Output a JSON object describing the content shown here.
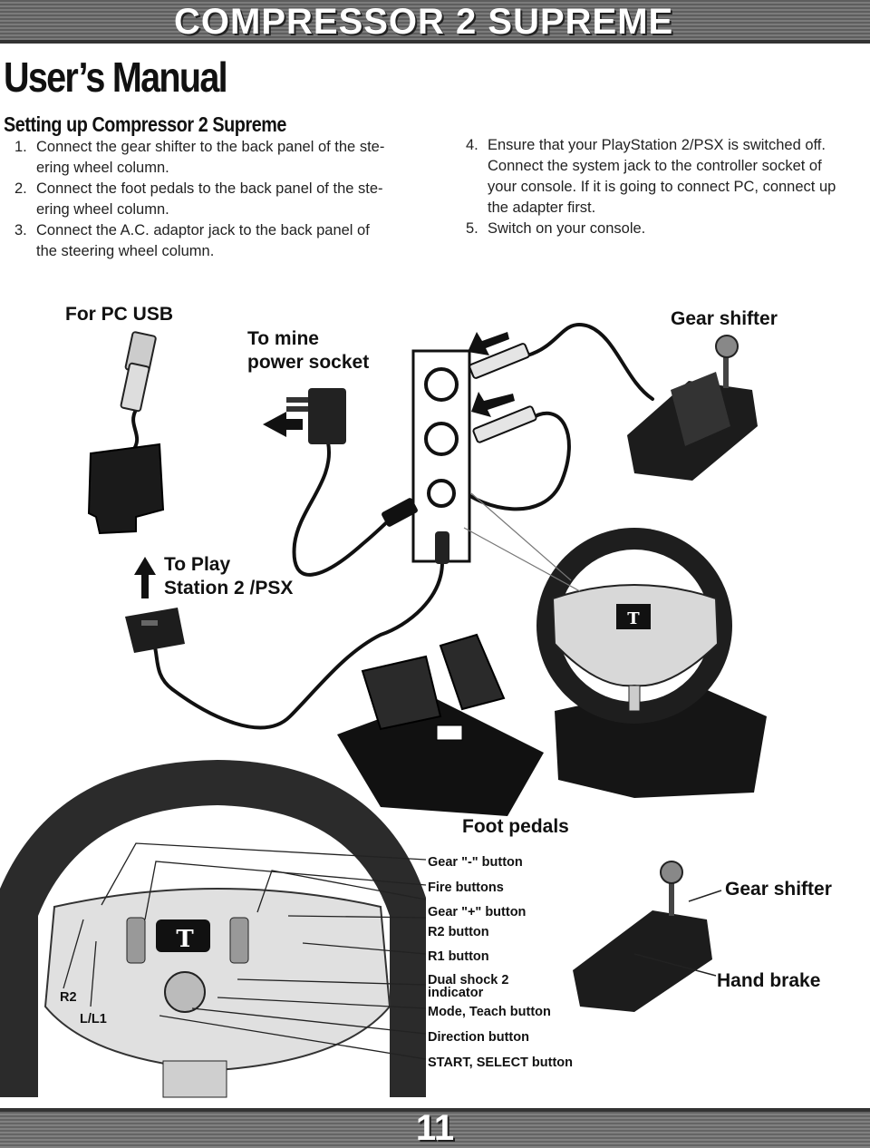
{
  "header": {
    "product_title": "COMPRESSOR 2 SUPREME"
  },
  "manual_title": "User’s Manual",
  "section_title": "Setting up Compressor 2 Supreme",
  "steps_left": [
    {
      "num": "1.",
      "lines": [
        "Connect the gear shifter to the back panel of the ste-",
        "ering wheel column."
      ]
    },
    {
      "num": "2.",
      "lines": [
        "Connect the foot pedals to the back panel of the ste-",
        "ering wheel column."
      ]
    },
    {
      "num": "3.",
      "lines": [
        "Connect the A.C. adaptor jack to the back panel of",
        "the steering wheel column."
      ]
    }
  ],
  "steps_right": [
    {
      "num": "4.",
      "lines": [
        "Ensure that your PlayStation 2/PSX is switched off.",
        "Connect the system jack to the controller socket of",
        "your console. If it is going to connect PC, connect up",
        "the adapter first."
      ]
    },
    {
      "num": "5.",
      "lines": [
        "Switch on your console."
      ]
    }
  ],
  "diagram_labels": {
    "pc_usb": "For PC USB",
    "power_socket_1": "To mine",
    "power_socket_2": "power socket",
    "gear_shifter_top": "Gear shifter",
    "playstation_1": "To Play",
    "playstation_2": "Station 2 /PSX",
    "foot_pedals": "Foot pedals"
  },
  "wheel_callouts": [
    "Gear \"-\" button",
    "Fire buttons",
    "Gear \"+\" button",
    "R2 button",
    "R1 button",
    "Dual shock 2",
    "indicator",
    "Mode, Teach button",
    "Direction button",
    "START, SELECT button"
  ],
  "wheel_side_labels": {
    "r2": "R2",
    "l_l1": "L/L1"
  },
  "shifter_callouts": {
    "gear_shifter": "Gear shifter",
    "hand_brake": "Hand brake"
  },
  "logo_text": "T",
  "footer": {
    "page_number": "11"
  },
  "colors": {
    "header_bar": "#6e6e6e",
    "ink": "#111111",
    "accent_gray": "#bdbdbd"
  }
}
